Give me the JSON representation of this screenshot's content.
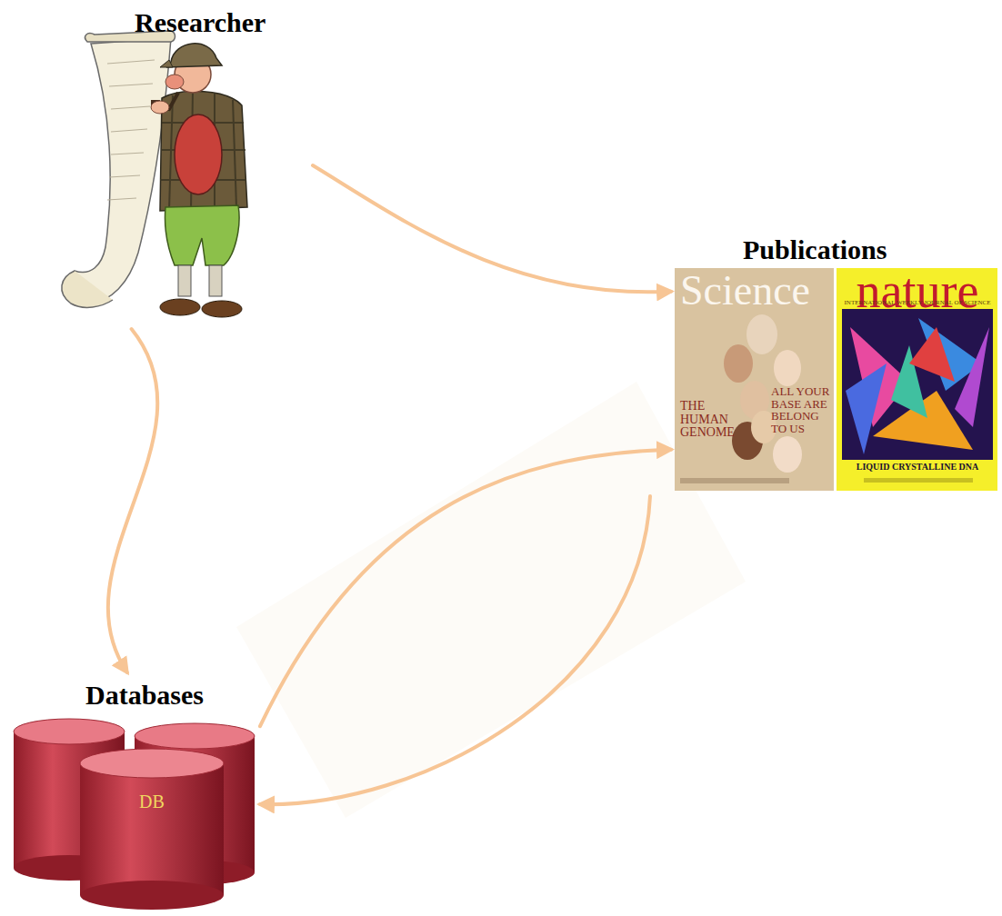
{
  "diagram": {
    "nodes": [
      {
        "text": [
          "Researcher"
        ]
      },
      {
        "text": [
          "Publications"
        ]
      },
      {
        "text": [
          "Databases"
        ]
      }
    ],
    "edges": [
      {
        "from": 0,
        "to": 1,
        "arrow": "to"
      },
      {
        "from": 0,
        "to": 2,
        "arrow": "to"
      },
      {
        "from": 2,
        "to": 1,
        "arrow": "to"
      },
      {
        "from": 1,
        "to": 2,
        "arrow": "to"
      }
    ],
    "labels": [
      "Science",
      "THE HUMAN GENOME",
      "ALL YOUR BASE ARE BELONG TO US",
      "nature",
      "INTERNATIONAL WEEKLY JOURNAL OF SCIENCE",
      "LIQUID CRYSTALLINE DNA",
      "DB"
    ]
  }
}
